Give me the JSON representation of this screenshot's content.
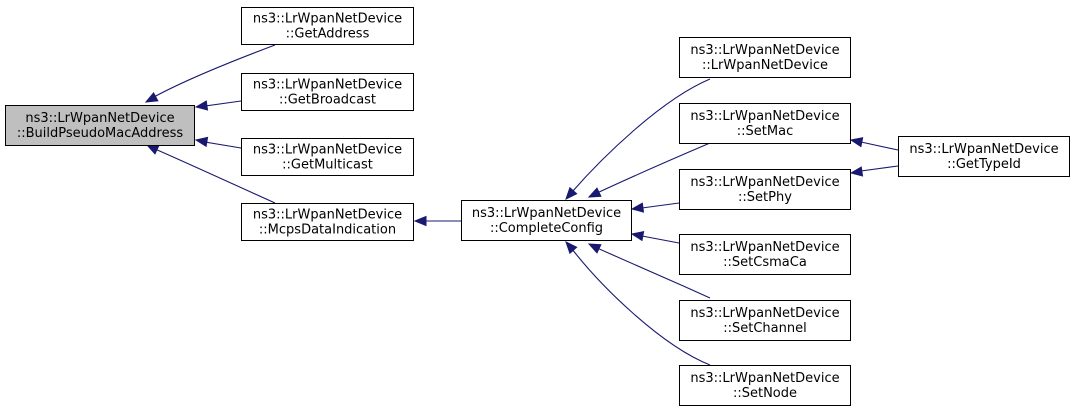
{
  "colors": {
    "node_fill": "#ffffff",
    "highlight_fill": "#bfbfbf",
    "border": "#000000",
    "edge": "#191970",
    "background": "#ffffff"
  },
  "nodes": [
    {
      "id": "build",
      "line1": "ns3::LrWpanNetDevice",
      "line2": "::BuildPseudoMacAddress",
      "highlighted": true
    },
    {
      "id": "getaddress",
      "line1": "ns3::LrWpanNetDevice",
      "line2": "::GetAddress"
    },
    {
      "id": "getbroadcast",
      "line1": "ns3::LrWpanNetDevice",
      "line2": "::GetBroadcast"
    },
    {
      "id": "getmulticast",
      "line1": "ns3::LrWpanNetDevice",
      "line2": "::GetMulticast"
    },
    {
      "id": "mcps",
      "line1": "ns3::LrWpanNetDevice",
      "line2": "::McpsDataIndication"
    },
    {
      "id": "complete",
      "line1": "ns3::LrWpanNetDevice",
      "line2": "::CompleteConfig"
    },
    {
      "id": "ctor",
      "line1": "ns3::LrWpanNetDevice",
      "line2": "::LrWpanNetDevice"
    },
    {
      "id": "setmac",
      "line1": "ns3::LrWpanNetDevice",
      "line2": "::SetMac"
    },
    {
      "id": "setphy",
      "line1": "ns3::LrWpanNetDevice",
      "line2": "::SetPhy"
    },
    {
      "id": "setcsma",
      "line1": "ns3::LrWpanNetDevice",
      "line2": "::SetCsmaCa"
    },
    {
      "id": "setchannel",
      "line1": "ns3::LrWpanNetDevice",
      "line2": "::SetChannel"
    },
    {
      "id": "setnode",
      "line1": "ns3::LrWpanNetDevice",
      "line2": "::SetNode"
    },
    {
      "id": "gettypeid",
      "line1": "ns3::LrWpanNetDevice",
      "line2": "::GetTypeId"
    }
  ],
  "edges": [
    {
      "from": "getaddress",
      "to": "build"
    },
    {
      "from": "getbroadcast",
      "to": "build"
    },
    {
      "from": "getmulticast",
      "to": "build"
    },
    {
      "from": "mcps",
      "to": "build"
    },
    {
      "from": "complete",
      "to": "mcps"
    },
    {
      "from": "ctor",
      "to": "complete"
    },
    {
      "from": "setmac",
      "to": "complete"
    },
    {
      "from": "setphy",
      "to": "complete"
    },
    {
      "from": "setcsma",
      "to": "complete"
    },
    {
      "from": "setchannel",
      "to": "complete"
    },
    {
      "from": "setnode",
      "to": "complete"
    },
    {
      "from": "gettypeid",
      "to": "setmac"
    },
    {
      "from": "gettypeid",
      "to": "setphy"
    }
  ]
}
